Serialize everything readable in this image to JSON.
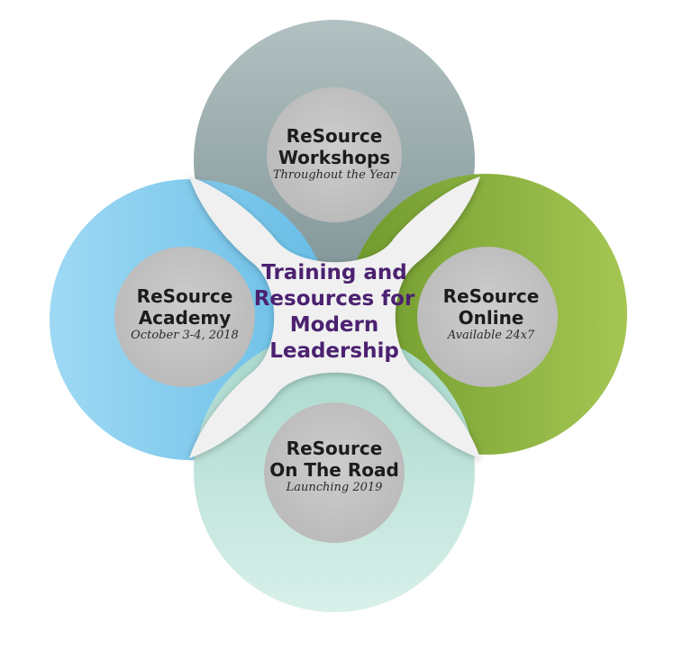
{
  "center": {
    "lines": [
      "Training and",
      "Resources for",
      "Modern",
      "Leadership"
    ]
  },
  "nodes": [
    {
      "id": "workshops",
      "title_lines": [
        "ReSource",
        "Workshops"
      ],
      "subtitle": "Throughout the Year",
      "ring_color": "#b2c1c1",
      "ring_color_dark": "#7f9395"
    },
    {
      "id": "online",
      "title_lines": [
        "ReSource",
        "Online"
      ],
      "subtitle": "Available 24x7",
      "ring_color": "#a5c653",
      "ring_color_dark": "#6f9a2c"
    },
    {
      "id": "road",
      "title_lines": [
        "ReSource",
        "On The Road"
      ],
      "subtitle": "Launching 2019",
      "ring_color": "#d8f0ea",
      "ring_color_dark": "#a7d7cb"
    },
    {
      "id": "academy",
      "title_lines": [
        "ReSource",
        "Academy"
      ],
      "subtitle": "October 3-4, 2018",
      "ring_color": "#9fd9f4",
      "ring_color_dark": "#67bde6"
    }
  ],
  "colors": {
    "inner_circle": "#c4c4c4",
    "center_shape": "#f0f0f1",
    "center_text": "#4b2170"
  }
}
